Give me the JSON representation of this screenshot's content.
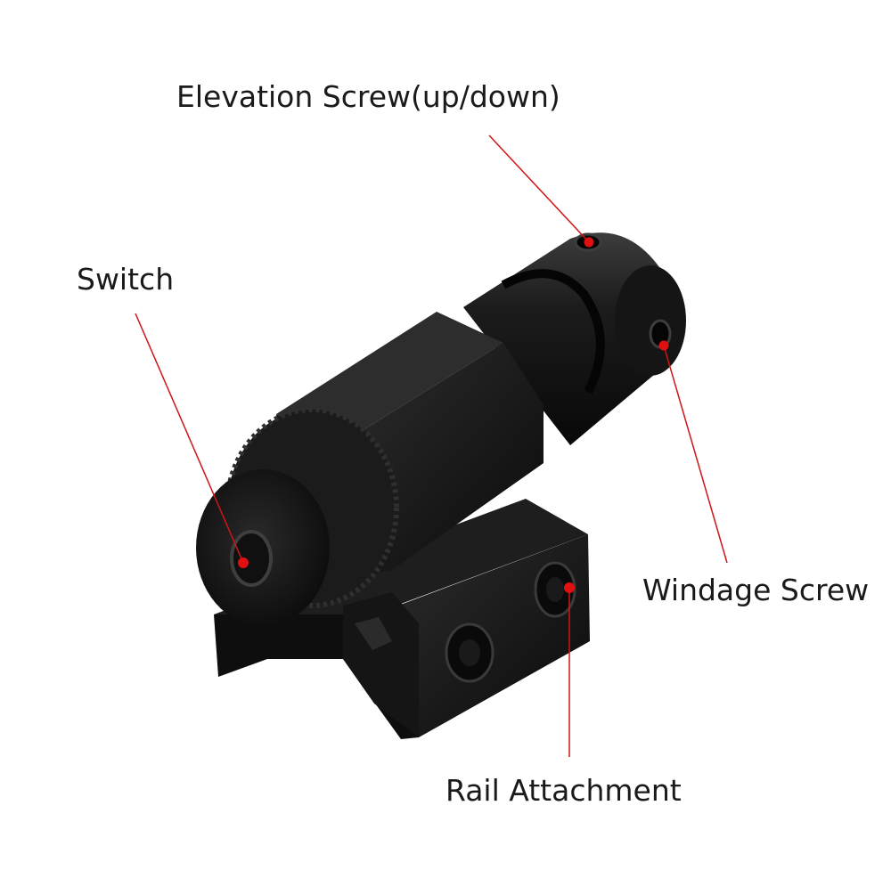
{
  "callouts": {
    "elevation": {
      "label": "Elevation Screw(up/down)"
    },
    "switch": {
      "label": "Switch"
    },
    "windage": {
      "label": "Windage Screw"
    },
    "rail": {
      "label": "Rail Attachment"
    }
  },
  "colors": {
    "leader": "#d01515",
    "body": "#141414",
    "highlight": "#3a3a3a"
  }
}
